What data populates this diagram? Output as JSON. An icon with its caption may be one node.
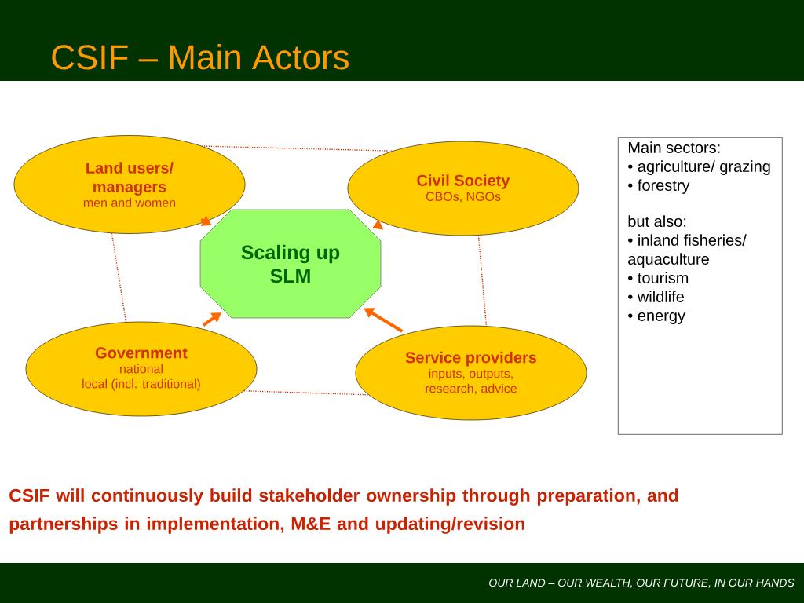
{
  "diagram": {
    "title": "CSIF – Main Actors",
    "nodes": [
      {
        "text": [
          "Land users/ managers",
          "men and women"
        ]
      },
      {
        "text": [
          "Civil Society",
          "CBOs, NGOs"
        ]
      },
      {
        "text": [
          "Scaling up SLM"
        ]
      },
      {
        "text": [
          "Government",
          "national",
          "local (incl. traditional)"
        ]
      },
      {
        "text": [
          "Service providers",
          "inputs, outputs, research, advice"
        ]
      },
      {
        "text": [
          "Main sectors:",
          "• agriculture/ grazing",
          "• forestry",
          "but also:",
          "• inland fisheries/ aquaculture",
          "• tourism",
          "• wildlife",
          "• energy"
        ]
      }
    ],
    "edges": [
      {
        "from": 0,
        "to": 2,
        "arrow": "to",
        "style": "thick",
        "color": "#ff6600"
      },
      {
        "from": 1,
        "to": 2,
        "arrow": "to",
        "style": "thick",
        "color": "#ff6600"
      },
      {
        "from": 3,
        "to": 2,
        "arrow": "to",
        "style": "thick",
        "color": "#ff6600"
      },
      {
        "from": 4,
        "to": 2,
        "arrow": "to",
        "style": "thick",
        "color": "#ff6600"
      },
      {
        "from": 0,
        "to": 1,
        "arrow": "none",
        "style": "dashed",
        "color": "#cc3300"
      },
      {
        "from": 0,
        "to": 3,
        "arrow": "none",
        "style": "dashed",
        "color": "#cc3300"
      },
      {
        "from": 1,
        "to": 4,
        "arrow": "none",
        "style": "dashed",
        "color": "#cc3300"
      },
      {
        "from": 3,
        "to": 4,
        "arrow": "none",
        "style": "dashed",
        "color": "#cc3300"
      }
    ],
    "labels": [
      "CSIF will continuously build stakeholder ownership through preparation, and partnerships in implementation,  M&E and updating/revision",
      "OUR LAND – OUR WEALTH, OUR FUTURE, IN OUR HANDS"
    ]
  }
}
